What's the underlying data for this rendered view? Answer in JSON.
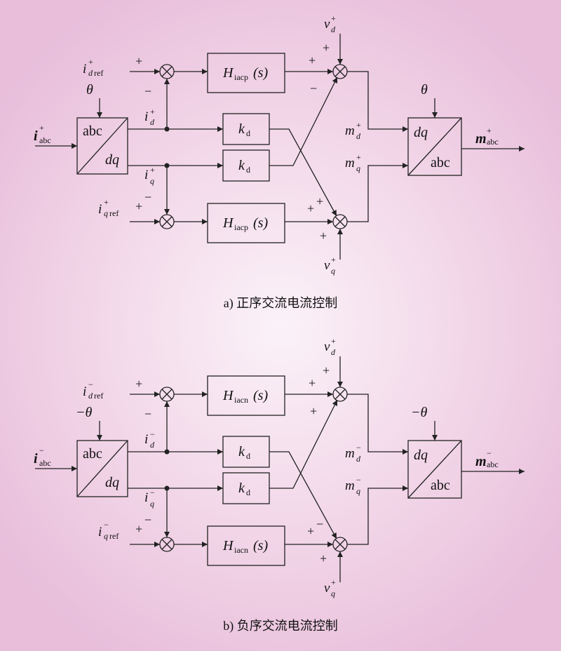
{
  "panel_a": {
    "caption": "a) 正序交流电流控制",
    "abc_label": "abc",
    "dq_label": "dq",
    "theta_in": "θ",
    "theta_out": "θ",
    "i_abc": "i",
    "i_abc_sub": "abc",
    "i_abc_sup": "+",
    "i_dref": "i",
    "i_dref_sub": "d",
    "i_dref_sub2": "ref",
    "i_dref_sup": "+",
    "i_qref": "i",
    "i_qref_sub": "q",
    "i_qref_sub2": "ref",
    "i_qref_sup": "+",
    "i_d": "i",
    "i_d_sub": "d",
    "i_d_sup": "+",
    "i_q": "i",
    "i_q_sub": "q",
    "i_q_sup": "+",
    "H_top": "H",
    "H_top_sub": "iacp",
    "H_top_arg": "(s)",
    "H_bot": "H",
    "H_bot_sub": "iacp",
    "H_bot_arg": "(s)",
    "k1": "k",
    "k1_sub": "d",
    "k2": "k",
    "k2_sub": "d",
    "v_d": "v",
    "v_d_sub": "d",
    "v_d_sup": "+",
    "v_q": "v",
    "v_q_sub": "q",
    "v_q_sup": "+",
    "m_d": "m",
    "m_d_sub": "d",
    "m_d_sup": "+",
    "m_q": "m",
    "m_q_sub": "q",
    "m_q_sup": "+",
    "m_abc": "m",
    "m_abc_sub": "abc",
    "m_abc_sup": "+",
    "sign_sum1_left": "+",
    "sign_sum1_bottom": "−",
    "sign_sum2_left": "+",
    "sign_sum2_top": "−",
    "sign_sum3_top": "+",
    "sign_sum3_left": "+",
    "sign_sum3_bottom": "−",
    "sign_sum4_left": "+",
    "sign_sum4_diag": "+",
    "sign_sum4_bottom": "+"
  },
  "panel_b": {
    "caption": "b) 负序交流电流控制",
    "abc_label": "abc",
    "dq_label": "dq",
    "theta_in": "−θ",
    "theta_out": "−θ",
    "i_abc": "i",
    "i_abc_sub": "abc",
    "i_abc_sup": "−",
    "i_dref": "i",
    "i_dref_sub": "d",
    "i_dref_sub2": "ref",
    "i_dref_sup": "−",
    "i_qref": "i",
    "i_qref_sub": "q",
    "i_qref_sub2": "ref",
    "i_qref_sup": "−",
    "i_d": "i",
    "i_d_sub": "d",
    "i_d_sup": "−",
    "i_q": "i",
    "i_q_sub": "q",
    "i_q_sup": "−",
    "H_top": "H",
    "H_top_sub": "iacn",
    "H_top_arg": "(s)",
    "H_bot": "H",
    "H_bot_sub": "iacn",
    "H_bot_arg": "(s)",
    "k1": "k",
    "k1_sub": "d",
    "k2": "k",
    "k2_sub": "d",
    "v_d": "v",
    "v_d_sub": "d",
    "v_d_sup": "+",
    "v_q": "v",
    "v_q_sub": "q",
    "v_q_sup": "+",
    "m_d": "m",
    "m_d_sub": "d",
    "m_d_sup": "−",
    "m_q": "m",
    "m_q_sub": "q",
    "m_q_sup": "−",
    "m_abc": "m",
    "m_abc_sub": "abc",
    "m_abc_sup": "−",
    "sign_sum1_left": "+",
    "sign_sum1_bottom": "−",
    "sign_sum2_left": "+",
    "sign_sum2_top": "−",
    "sign_sum3_top": "+",
    "sign_sum3_left": "+",
    "sign_sum3_bottom": "+",
    "sign_sum4_left": "+",
    "sign_sum4_diag": "−",
    "sign_sum4_bottom": "+"
  }
}
